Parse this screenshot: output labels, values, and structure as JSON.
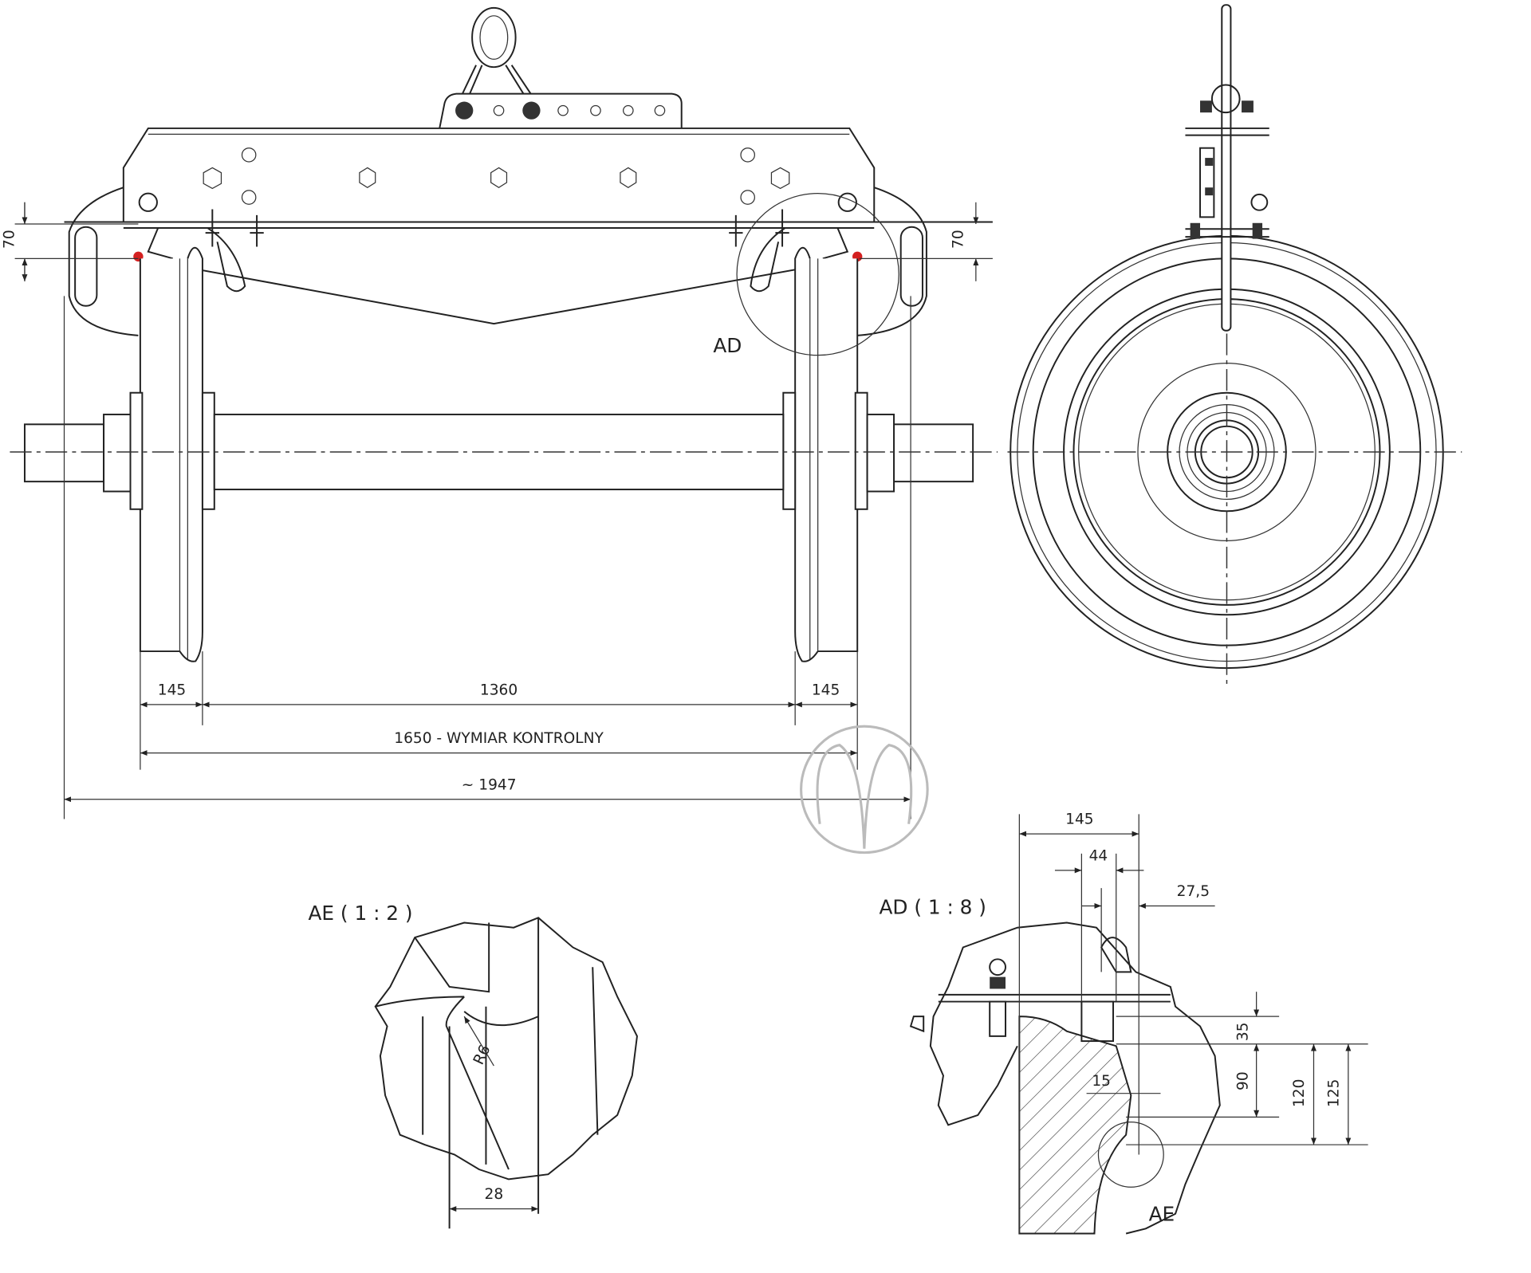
{
  "main_view": {
    "dim_left_height": "70",
    "dim_right_height": "70",
    "detail_callout_ad": "AD",
    "dim_wheel_left": "145",
    "dim_track_inner": "1360",
    "dim_wheel_right": "145",
    "dim_control": "1650 - WYMIAR KONTROLNY",
    "dim_overall": "~ 1947"
  },
  "detail_ae": {
    "title": "AE ( 1 : 2 )",
    "radius": "R6",
    "width": "28"
  },
  "detail_ad": {
    "title": "AD ( 1 : 8 )",
    "dim_145": "145",
    "dim_44": "44",
    "dim_27_5": "27,5",
    "dim_35": "35",
    "dim_90": "90",
    "dim_120": "120",
    "dim_125": "125",
    "dim_15": "15",
    "callout_ae": "AE"
  },
  "colors": {
    "line": "#222222",
    "marker": "#d42020",
    "watermark": "#bbbbbb"
  }
}
